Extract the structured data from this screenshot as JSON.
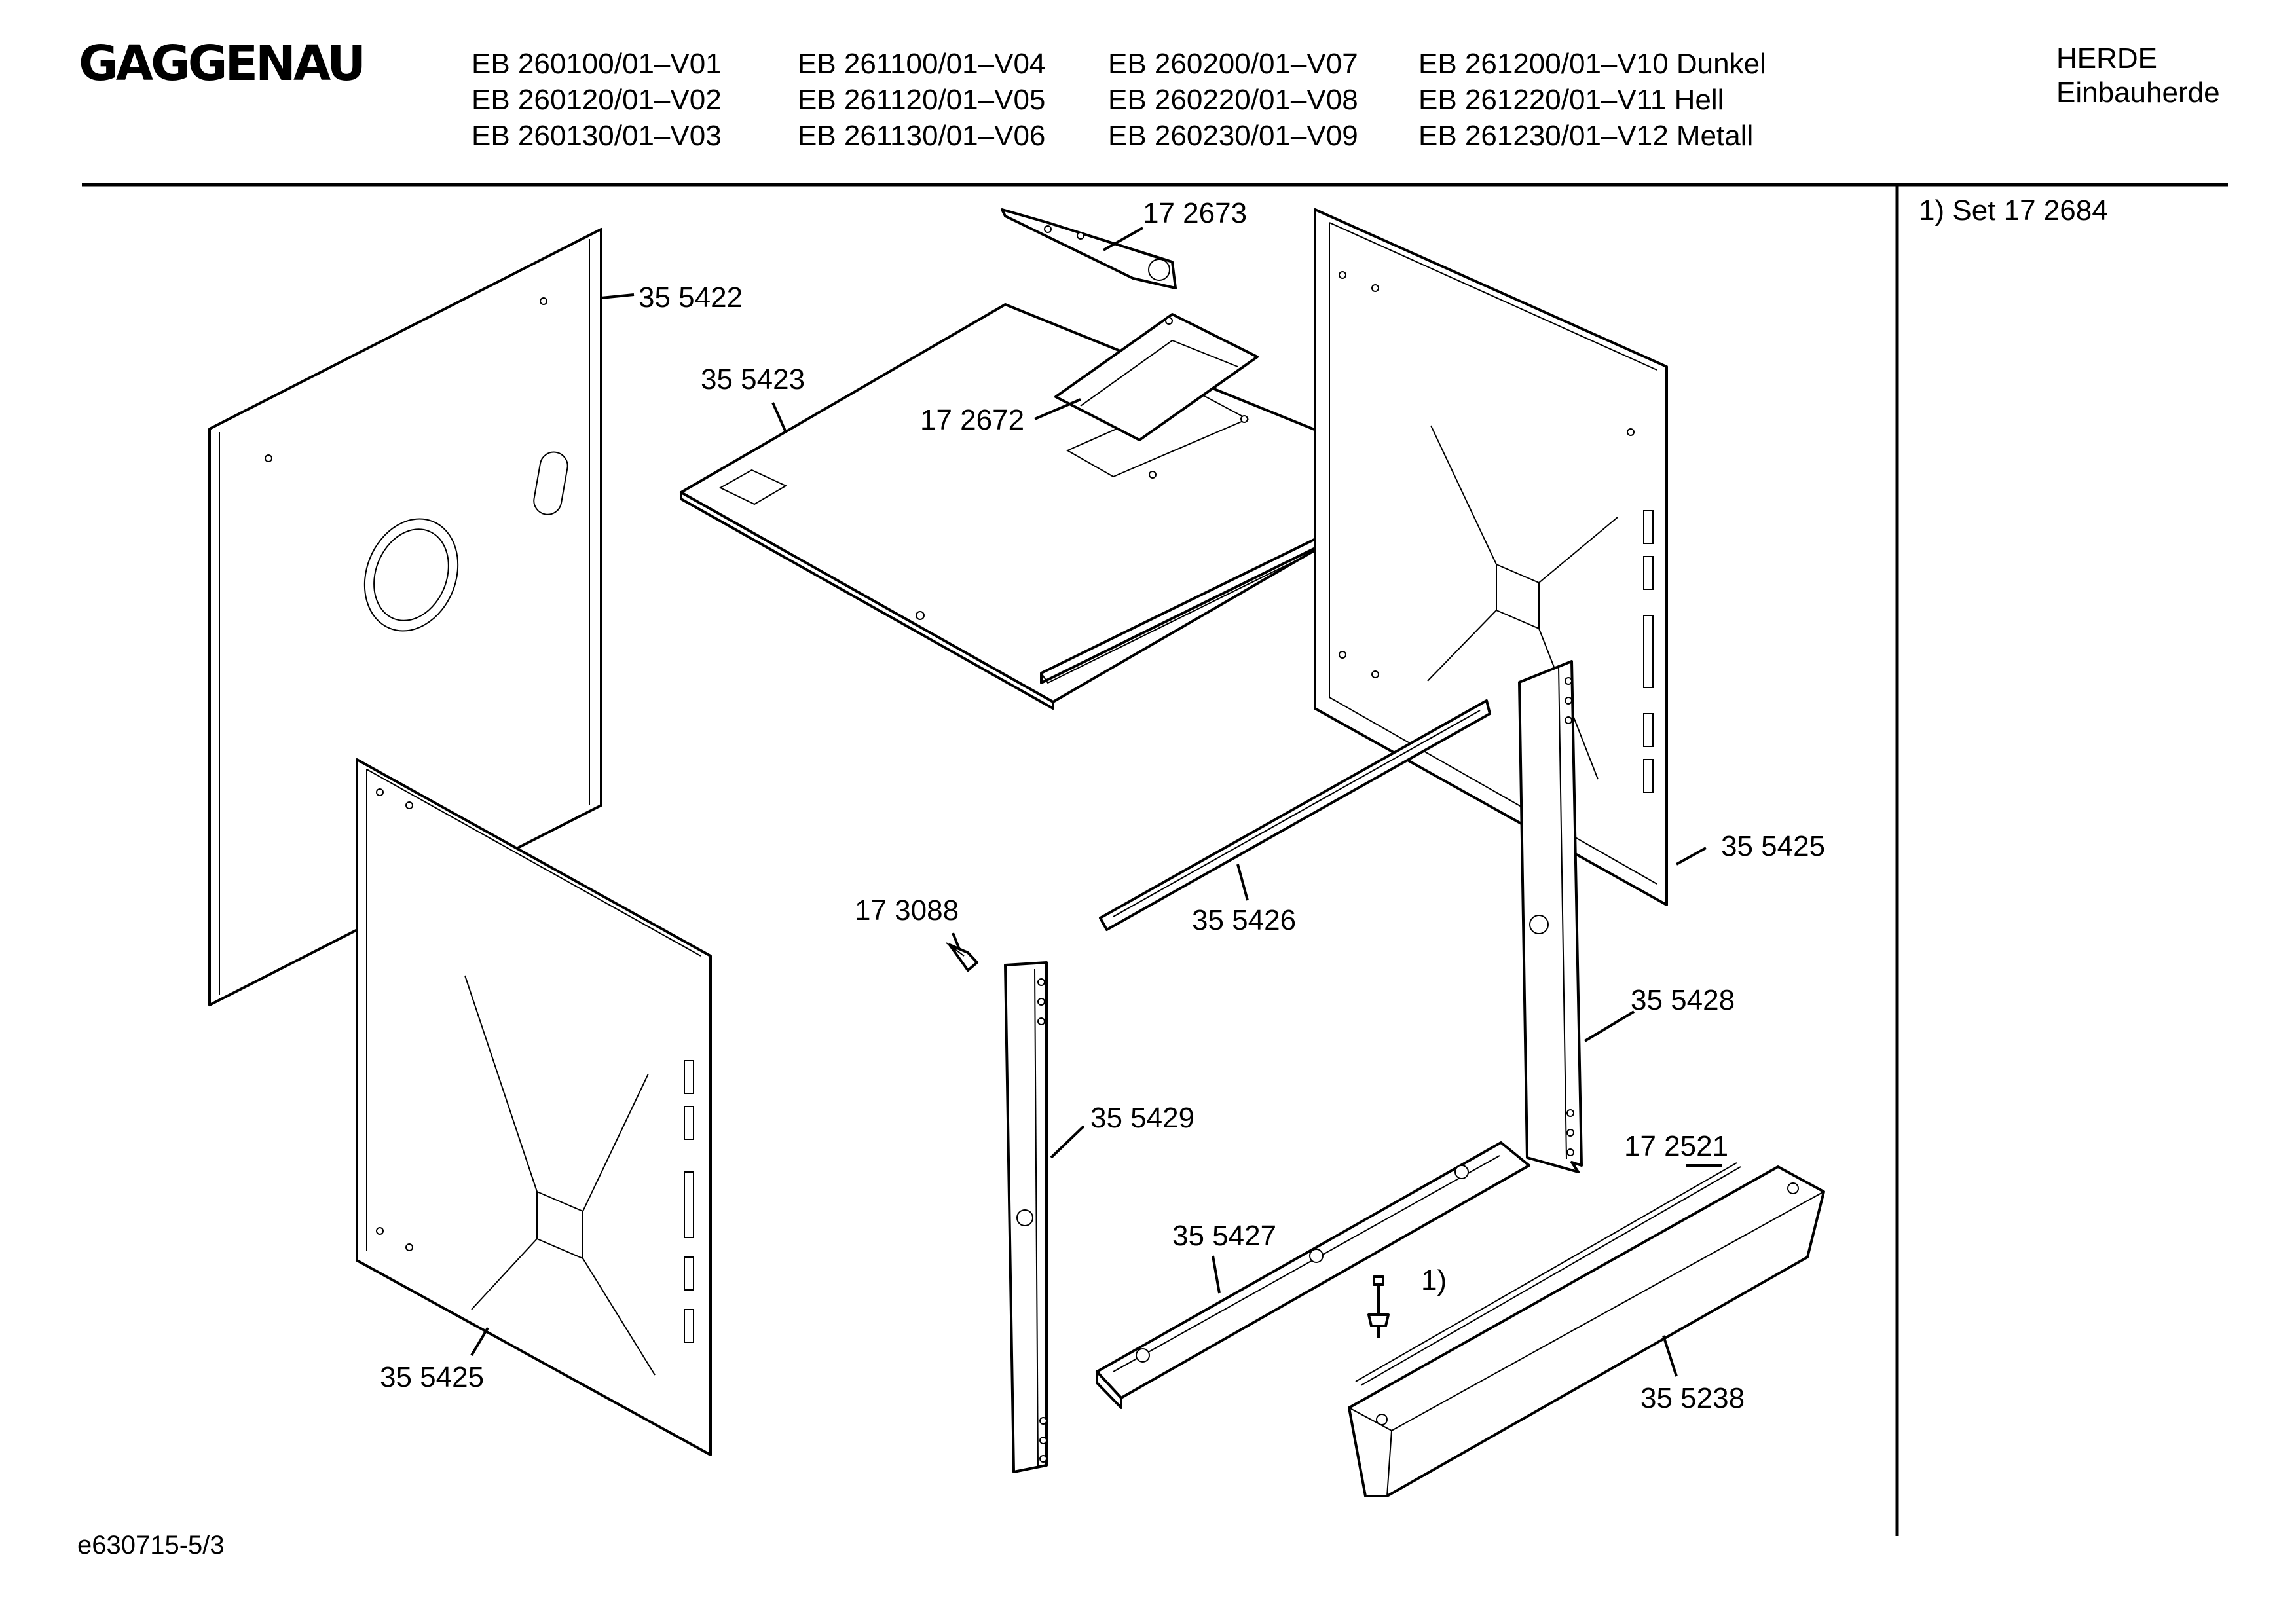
{
  "header": {
    "brand": "GAGGENAU",
    "models": [
      [
        "EB 260100/01–V01",
        "EB 260120/01–V02",
        "EB 260130/01–V03"
      ],
      [
        "EB 261100/01–V04",
        "EB 261120/01–V05",
        "EB 261130/01–V06"
      ],
      [
        "EB 260200/01–V07",
        "EB 260220/01–V08",
        "EB 260230/01–V09"
      ],
      [
        "EB 261200/01–V10 Dunkel",
        "EB 261220/01–V11 Hell",
        "EB 261230/01–V12 Metall"
      ]
    ],
    "category": "HERDE",
    "subcategory": "Einbauherde"
  },
  "notes": {
    "set_note": "1)  Set 17 2684"
  },
  "parts": {
    "p355422": "35 5422",
    "p355423": "35 5423",
    "p172673": "17 2673",
    "p172672": "17 2672",
    "p355425_right": "35 5425",
    "p355425_left": "35 5425",
    "p355426": "35 5426",
    "p173088": "17 3088",
    "p355428": "35 5428",
    "p355429": "35 5429",
    "p172521": "17 2521",
    "p355427": "35 5427",
    "p355238": "35 5238",
    "ref1": "1)"
  },
  "footer": {
    "drawing_id": "e630715-5/3"
  }
}
